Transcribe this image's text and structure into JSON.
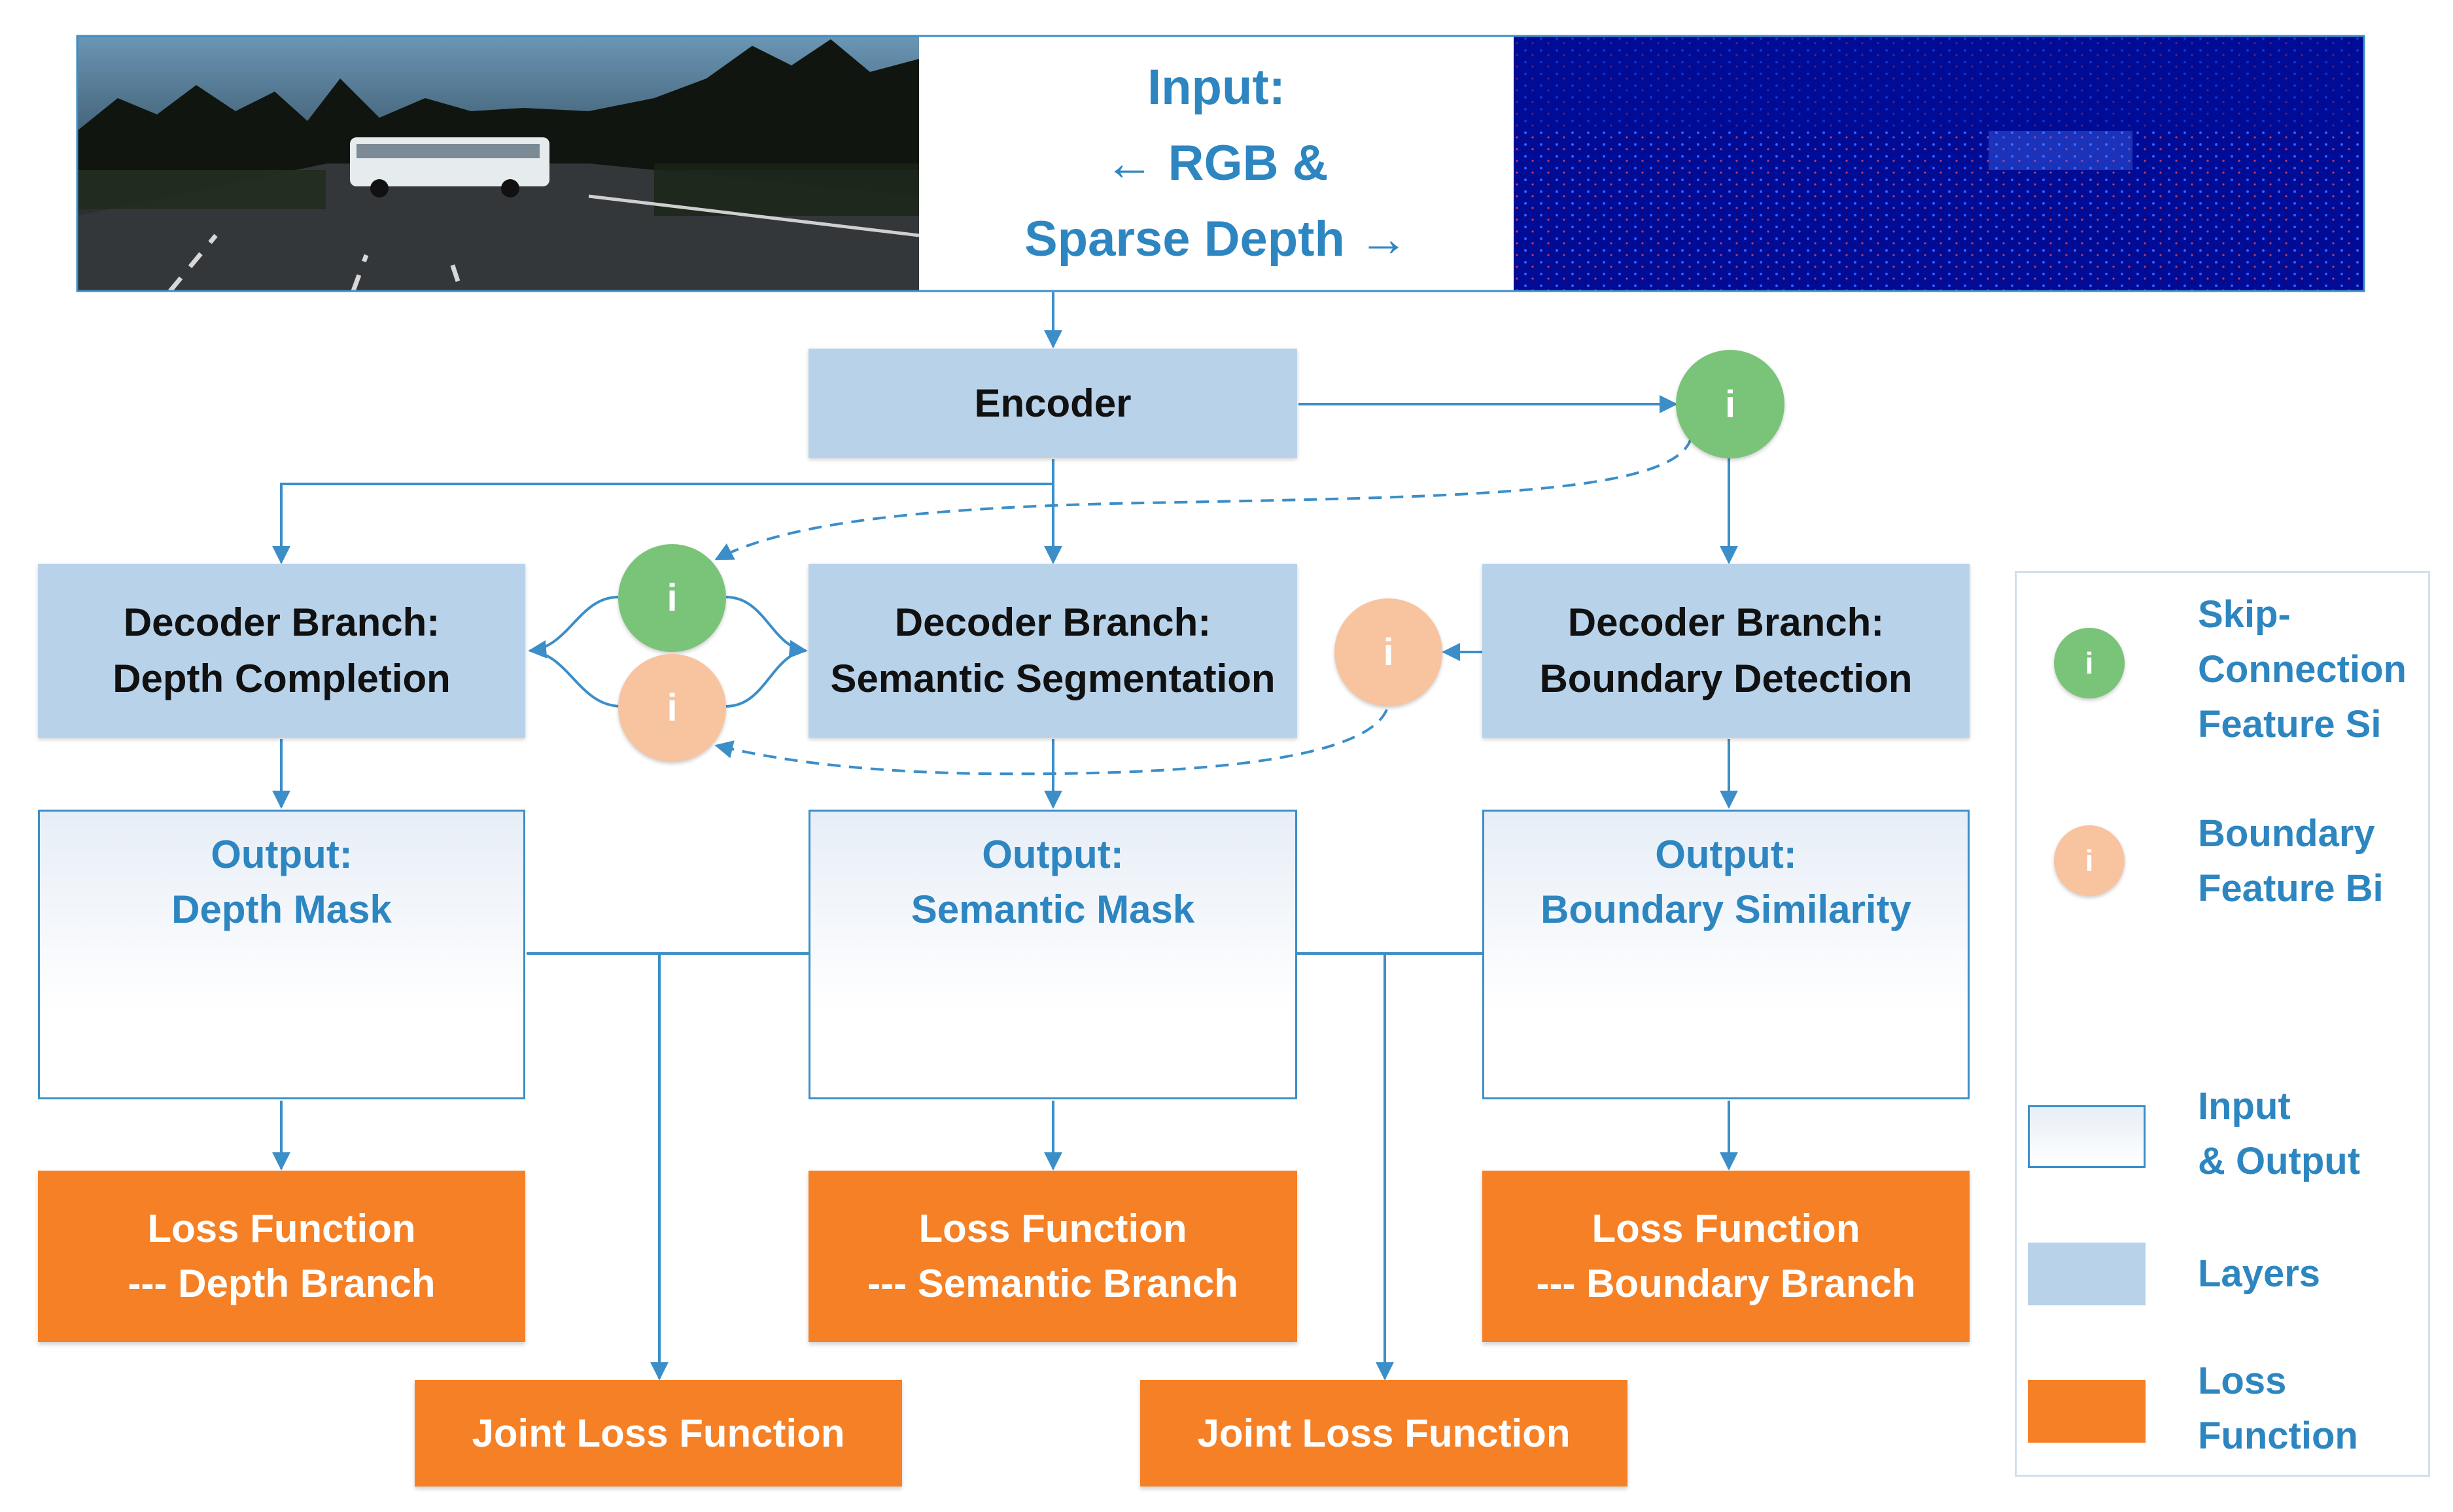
{
  "input": {
    "line1": "Input:",
    "line2": "← RGB &",
    "line3": "Sparse Depth →"
  },
  "encoder": {
    "label": "Encoder"
  },
  "skip_marker": "i",
  "decoders": {
    "depth": {
      "line1": "Decoder Branch:",
      "line2": "Depth Completion"
    },
    "semantic": {
      "line1": "Decoder Branch:",
      "line2": "Semantic Segmentation"
    },
    "boundary": {
      "line1": "Decoder Branch:",
      "line2": "Boundary Detection"
    }
  },
  "outputs": {
    "depth": {
      "line1": "Output:",
      "line2": "Depth Mask"
    },
    "semantic": {
      "line1": "Output:",
      "line2": "Semantic Mask"
    },
    "boundary": {
      "line1": "Output:",
      "line2": "Boundary Similarity"
    }
  },
  "losses": {
    "depth": {
      "line1": "Loss Function",
      "line2": "--- Depth Branch"
    },
    "semantic": {
      "line1": "Loss Function",
      "line2": "--- Semantic Branch"
    },
    "boundary": {
      "line1": "Loss Function",
      "line2": "--- Boundary Branch"
    },
    "joint_left": "Joint Loss Function",
    "joint_right": "Joint Loss Function"
  },
  "legend": {
    "skip": {
      "line1": "Skip-",
      "line2": "Connection",
      "line3": "Feature Si"
    },
    "boundary_feature": {
      "line1": "Boundary",
      "line2": "Feature Bi"
    },
    "io": {
      "line1": "Input",
      "line2": "& Output"
    },
    "layers": "Layers",
    "loss": {
      "line1": "Loss",
      "line2": "Function"
    }
  },
  "colors": {
    "layer_fill": "#b8d2ea",
    "loss_fill": "#f58026",
    "skip_circle": "#79c478",
    "boundary_circle": "#f8c39f",
    "title_text": "#2e86c1",
    "connector": "#3c8ec8"
  }
}
